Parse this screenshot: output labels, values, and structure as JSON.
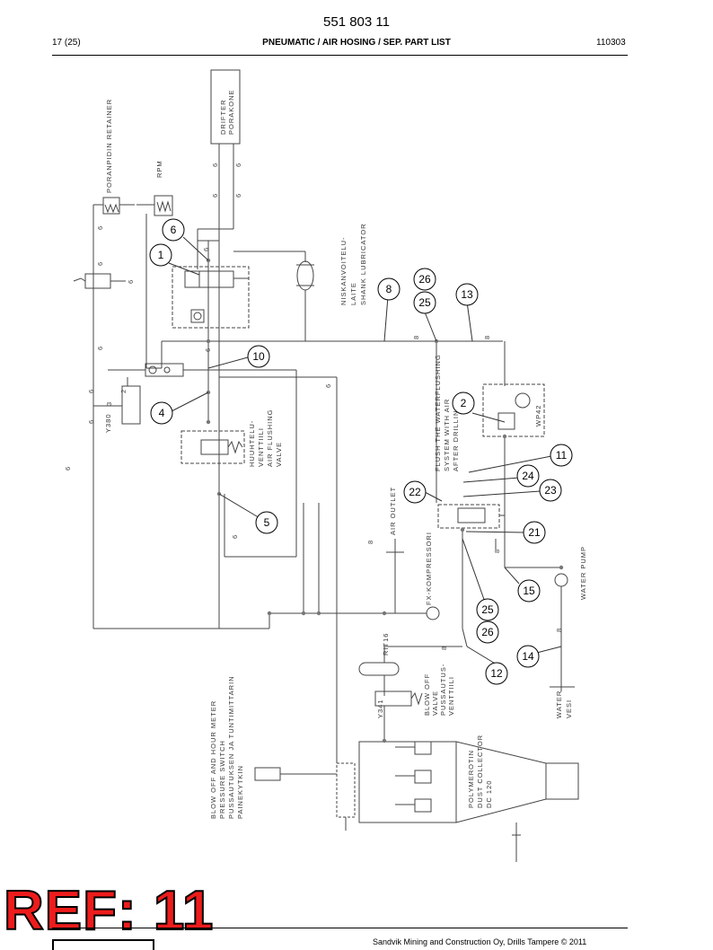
{
  "header": {
    "document_number": "551 803 11",
    "page": "17 (25)",
    "title": "PNEUMATIC / AIR HOSING / SEP. PART LIST",
    "date_code": "110303"
  },
  "diagram": {
    "labels": {
      "retainer": "PORANPIDIN  RETAINER",
      "rpm": "RPM",
      "drifter1": "DRIFTER",
      "drifter2": "PORAKONE",
      "lub1": "NISKANVOITELU-",
      "lub2": "LAITE",
      "lub3": "SHANK  LUBRICATOR",
      "flush1": "FLUSH  THE  WATERFLUSHING",
      "flush2": "SYSTEM  WITH  AIR",
      "flush3": "AFTER  DRILLING",
      "wp": "WP42",
      "huuh1": "HUUHTELU-",
      "huuh2": "VENTTIILI",
      "huuh3": "AIR  FLUSHING",
      "huuh4": "VALVE",
      "y380": "Y380",
      "air_outlet": "AIR  OUTLET",
      "fx": "FX-KOMPRESSORI",
      "pump": "WATER  PUMP",
      "rit16": "RIT16",
      "bo1": "BLOW  OFF",
      "bo2": "VALVE",
      "bo3": "PUSSAUTUS-",
      "bo4": "VENTTIILI",
      "y341": "Y341",
      "water": "WATER",
      "vesi": "VESI",
      "dc1": "POLYMEROTIN",
      "dc2": "DUST  COLLECTOR",
      "dc3": "DC  120",
      "sw1": "BLOW  OFF  AND  HOUR  METER",
      "sw2": "PRESSURE  SWITCH",
      "sw3": "PUSSAUTUKSEN  JA  TUNTIMITTARIN",
      "sw4": "PAINEKYTKIN"
    },
    "hose_sizes": {
      "six": "6",
      "eight": "8",
      "two": "2",
      "three": "3"
    },
    "callouts": [
      "6",
      "1",
      "8",
      "26",
      "25",
      "13",
      "10",
      "4",
      "2",
      "11",
      "24",
      "22",
      "23",
      "5",
      "21",
      "15",
      "25",
      "26",
      "14",
      "12"
    ]
  },
  "stamp": {
    "text": "REF: 11"
  },
  "footer": {
    "copyright": "Sandvik Mining and Construction Oy, Drills Tampere © 2011"
  }
}
